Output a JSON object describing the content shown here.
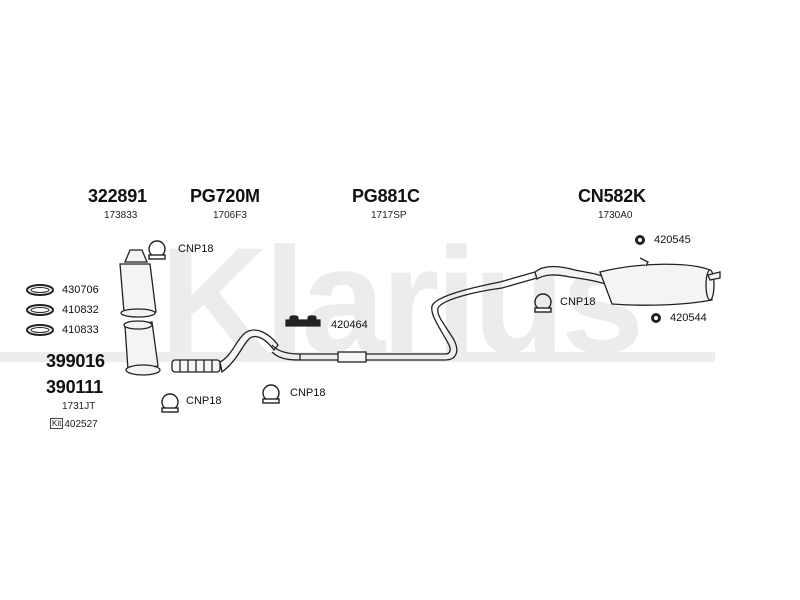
{
  "watermark": {
    "text": "Klarius"
  },
  "groups": [
    {
      "code": "322891",
      "sub": "173833"
    },
    {
      "code": "PG720M",
      "sub": "1706F3"
    },
    {
      "code": "PG881C",
      "sub": "1717SP"
    },
    {
      "code": "CN582K",
      "sub": "1730A0"
    }
  ],
  "kit": {
    "code1": "399016",
    "code2": "390111",
    "sub": "1731JT",
    "kit_badge": "Kit",
    "kit_number": "402527"
  },
  "gaskets": [
    "430706",
    "410832",
    "410833"
  ],
  "clamps": [
    "CNP18",
    "CNP18",
    "CNP18",
    "CNP18"
  ],
  "mounts": {
    "hanger": "420464",
    "rubber_top": "420545",
    "rubber_bottom": "420544"
  }
}
